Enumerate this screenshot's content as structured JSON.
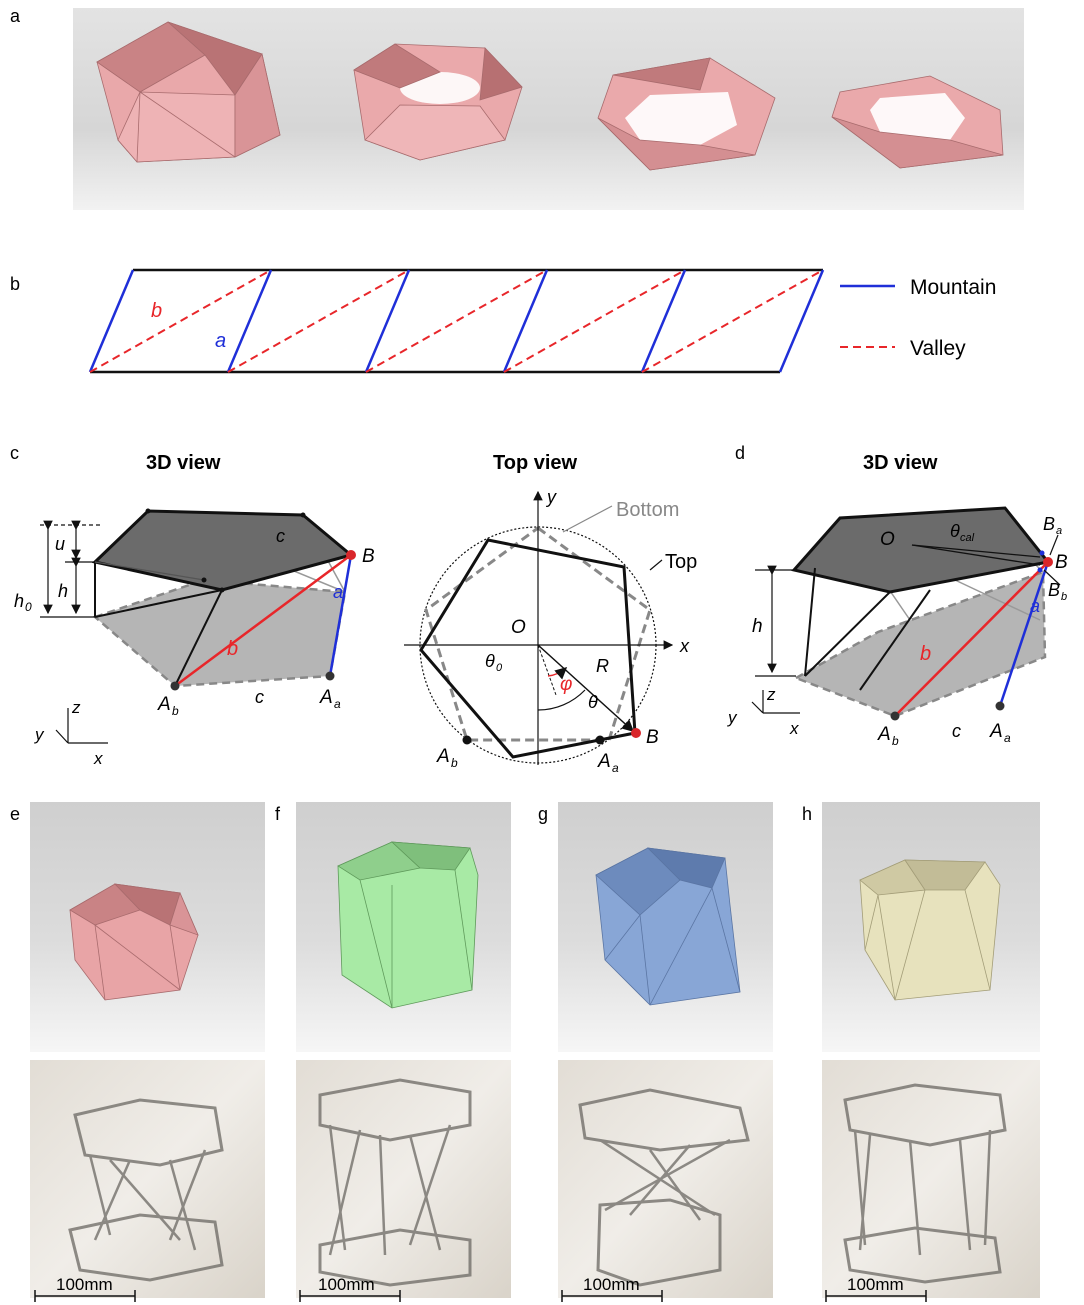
{
  "panels": {
    "a": {
      "letter": "a"
    },
    "b": {
      "letter": "b",
      "crease_b": "b",
      "crease_a": "a",
      "legend": [
        {
          "label": "Mountain",
          "color": "#1f2fd8",
          "style": "solid"
        },
        {
          "label": "Valley",
          "color": "#e8262a",
          "style": "dashed"
        }
      ]
    },
    "c": {
      "letter": "c",
      "title_3d": "3D view",
      "title_top": "Top view",
      "labels_3d": {
        "u": "u",
        "h": "h",
        "h0": "h",
        "h0_sub": "0",
        "c_top": "c",
        "c_bottom": "c",
        "a": "a",
        "b": "b",
        "B": "B",
        "A": "A",
        "Ab_sub": "b",
        "Aa_sub": "a",
        "z": "z",
        "y": "y",
        "x": "x"
      },
      "labels_top": {
        "y": "y",
        "x": "x",
        "bottom": "Bottom",
        "top": "Top",
        "O": "O",
        "R": "R",
        "theta": "θ",
        "theta0": "θ",
        "theta0_sub": "0",
        "phi": "φ",
        "B": "B",
        "A": "A",
        "Ab_sub": "b",
        "Aa_sub": "a"
      }
    },
    "d": {
      "letter": "d",
      "title": "3D view",
      "labels": {
        "O": "O",
        "theta": "θ",
        "theta_sub": "cal",
        "B": "B",
        "Ba_sub": "a",
        "Bb_sub": "b",
        "a": "a",
        "b": "b",
        "c": "c",
        "h": "h",
        "A": "A",
        "Ab_sub": "b",
        "Aa_sub": "a",
        "z": "z",
        "y": "y",
        "x": "x"
      }
    },
    "e": {
      "letter": "e",
      "scale": "100mm",
      "color": "#e8a4a6"
    },
    "f": {
      "letter": "f",
      "scale": "100mm",
      "color": "#a8eaa5"
    },
    "g": {
      "letter": "g",
      "scale": "100mm",
      "color": "#88a6d6"
    },
    "h": {
      "letter": "h",
      "scale": "100mm",
      "color": "#e7e2bd"
    }
  },
  "colors": {
    "origami_pink": "#e7a3a5",
    "mountain": "#1f2fd8",
    "valley": "#e8262a",
    "shade": "#a9a9a9",
    "top_fill": "#6b6b6b"
  }
}
